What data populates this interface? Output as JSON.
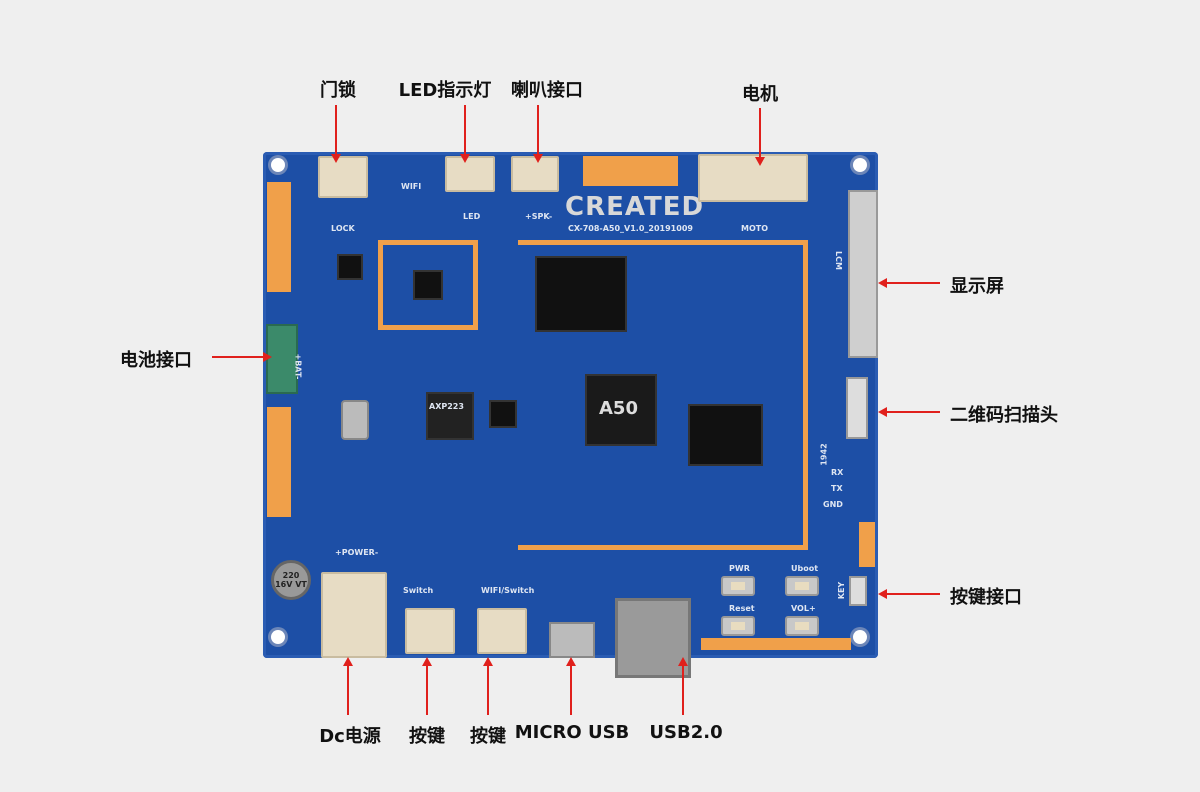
{
  "callouts": {
    "top": [
      "门锁",
      "LED指示灯",
      "喇叭接口",
      "电机"
    ],
    "left": [
      "电池接口"
    ],
    "right": [
      "显示屏",
      "二维码扫描头",
      "按键接口"
    ],
    "bottom": [
      "Dc电源",
      "按键",
      "按键",
      "MICRO USB",
      "USB2.0"
    ]
  },
  "board": {
    "logo": "CREATED",
    "model": "CX-708-A50_V1.0_20191009",
    "silkscreen": {
      "lock": "LOCK",
      "wifi": "WIFI",
      "led": "LED",
      "spk": "+SPK-",
      "moto": "MOTO",
      "lcm": "LCM",
      "bat": "+BAT-",
      "power": "+POWER-",
      "switch": "Switch",
      "wifi_switch": "WIFI/Switch",
      "pwr": "PWR",
      "uboot": "Uboot",
      "reset": "Reset",
      "vol": "VOL+",
      "key": "KEY",
      "rx": "RX",
      "tx": "TX",
      "gnd": "GND",
      "cap": "220 16V VT",
      "soc": "A50",
      "pmic": "AXP223",
      "year": "1942"
    }
  },
  "colors": {
    "board": "#1d4fa6",
    "arrow": "#e0201c",
    "pad": "#f0a04a"
  }
}
